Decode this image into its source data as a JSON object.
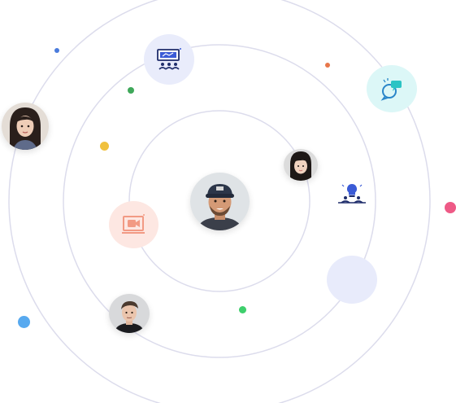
{
  "colors": {
    "orbit": "#dcdcec",
    "dot_blue": "#4a7bdc",
    "dot_green": "#3fa85a",
    "dot_orange": "#e8774a",
    "dot_yellow": "#f0c13e",
    "dot_pink": "#ee5a86",
    "dot_sky": "#57a9ef",
    "dot_lightgreen": "#3ecf6c",
    "bubble_lavender": "#e9ecfb",
    "bubble_cyan": "#dcf7f7",
    "bubble_peach": "#fde7e2",
    "bubble_plain": "#e8ebfb"
  },
  "icons": {
    "presentation": "presentation-board-icon",
    "chat": "chat-bubble-icon",
    "video": "video-call-icon",
    "idea": "idea-bulb-icon"
  },
  "avatars": [
    "center-man-avatar",
    "woman-left-avatar",
    "woman-right-avatar",
    "man-bottom-avatar"
  ]
}
